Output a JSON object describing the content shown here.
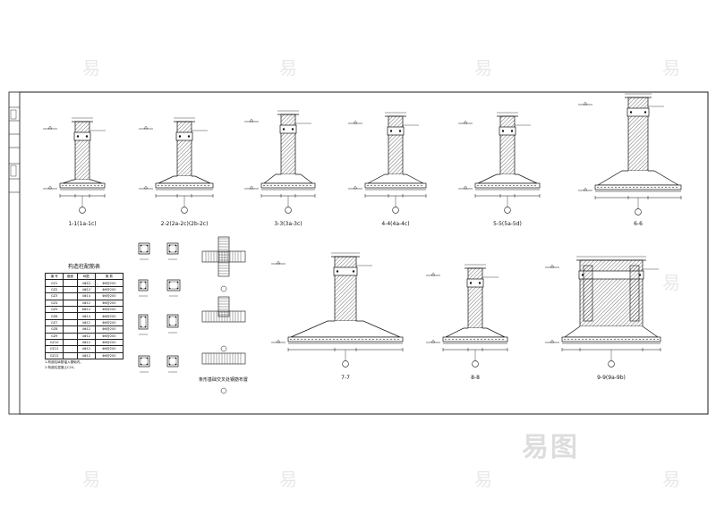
{
  "sections_top": [
    {
      "label": "1-1(1a-1c)"
    },
    {
      "label": "2-2(2a-2c)(2b-2c)"
    },
    {
      "label": "3-3(3a-3c)"
    },
    {
      "label": "4-4(4a-4c)"
    },
    {
      "label": "5-5(5a-5d)"
    },
    {
      "label": "6-6"
    }
  ],
  "sections_bottom": [
    {
      "label": "7-7"
    },
    {
      "label": "8-8"
    },
    {
      "label": "9-9(9a-9b)"
    }
  ],
  "detail_caption": "条形基础交叉处钢筋布置",
  "legend_table": {
    "title": "构造柱配筋表",
    "header": [
      "编 号",
      "截面",
      "纵筋",
      "箍 筋"
    ],
    "rows": [
      [
        "GZ1",
        "",
        "4Φ12",
        "Φ6@200"
      ],
      [
        "GZ2",
        "",
        "4Φ12",
        "Φ6@200"
      ],
      [
        "GZ3",
        "",
        "4Φ14",
        "Φ6@200"
      ],
      [
        "GZ4",
        "",
        "4Φ12",
        "Φ6@200"
      ],
      [
        "GZ5",
        "",
        "6Φ12",
        "Φ6@200"
      ],
      [
        "GZ6",
        "",
        "4Φ14",
        "Φ6@200"
      ],
      [
        "GZ7",
        "",
        "4Φ12",
        "Φ6@200"
      ],
      [
        "GZ8",
        "",
        "4Φ12",
        "Φ6@200"
      ],
      [
        "GZ9",
        "",
        "4Φ12",
        "Φ6@200"
      ],
      [
        "GZ10",
        "",
        "4Φ12",
        "Φ6@200"
      ],
      [
        "GZ11",
        "",
        "4Φ12",
        "Φ6@200"
      ],
      [
        "GZ12",
        "",
        "4Φ12",
        "Φ6@200"
      ]
    ],
    "notes": [
      "1.构造柱纵筋锚入基础内。",
      "2.构造柱混凝土C20。"
    ]
  },
  "watermark_glyph": "易",
  "brand_mark": "易图",
  "colors": {
    "line": "#111111",
    "background": "#ffffff",
    "watermark": "#9a9a9a"
  }
}
